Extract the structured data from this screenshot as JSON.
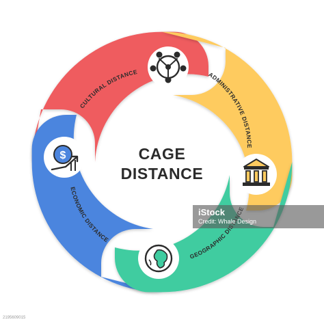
{
  "center": {
    "line1": "CAGE",
    "line2": "DISTANCE"
  },
  "segments": [
    {
      "label": "CULTURAL DISTANCE",
      "color": "#EF5B5E",
      "icon": "people-network-icon"
    },
    {
      "label": "ADMINISTRATIVE DISTANCE",
      "color": "#FECB5F",
      "icon": "bank-building-icon"
    },
    {
      "label": "GEOGRAPHIC DISTANCE",
      "color": "#3FCCA0",
      "icon": "globe-icon"
    },
    {
      "label": "ECONOMIC DISTANCE",
      "color": "#4C85DE",
      "icon": "dollar-growth-icon"
    }
  ],
  "watermark": {
    "brand": "iStock",
    "credit": "Credit: Whale Design"
  },
  "stock_id": "2195609015"
}
